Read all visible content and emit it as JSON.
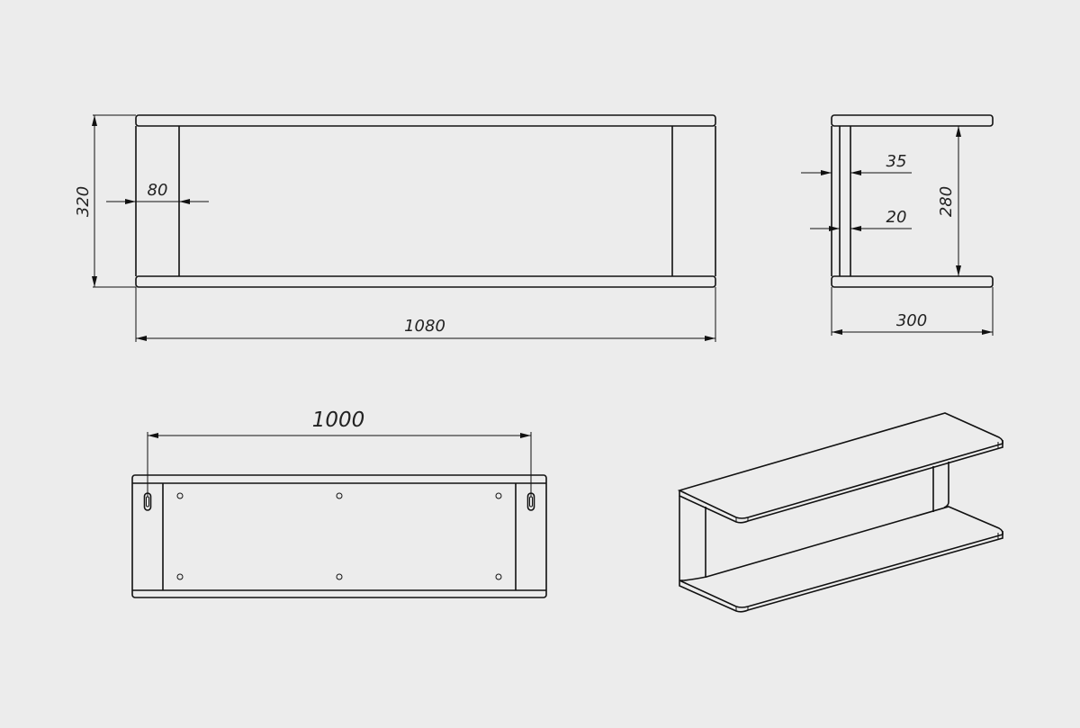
{
  "front_view": {
    "height_label": "320",
    "side_width_label": "80",
    "length_label": "1080"
  },
  "side_view": {
    "back_label": "35",
    "panel_label": "20",
    "inner_height_label": "280",
    "depth_label": "300"
  },
  "back_view": {
    "mount_spacing_label": "1000"
  },
  "colors": {
    "background": "#ececec",
    "line": "#111111"
  }
}
